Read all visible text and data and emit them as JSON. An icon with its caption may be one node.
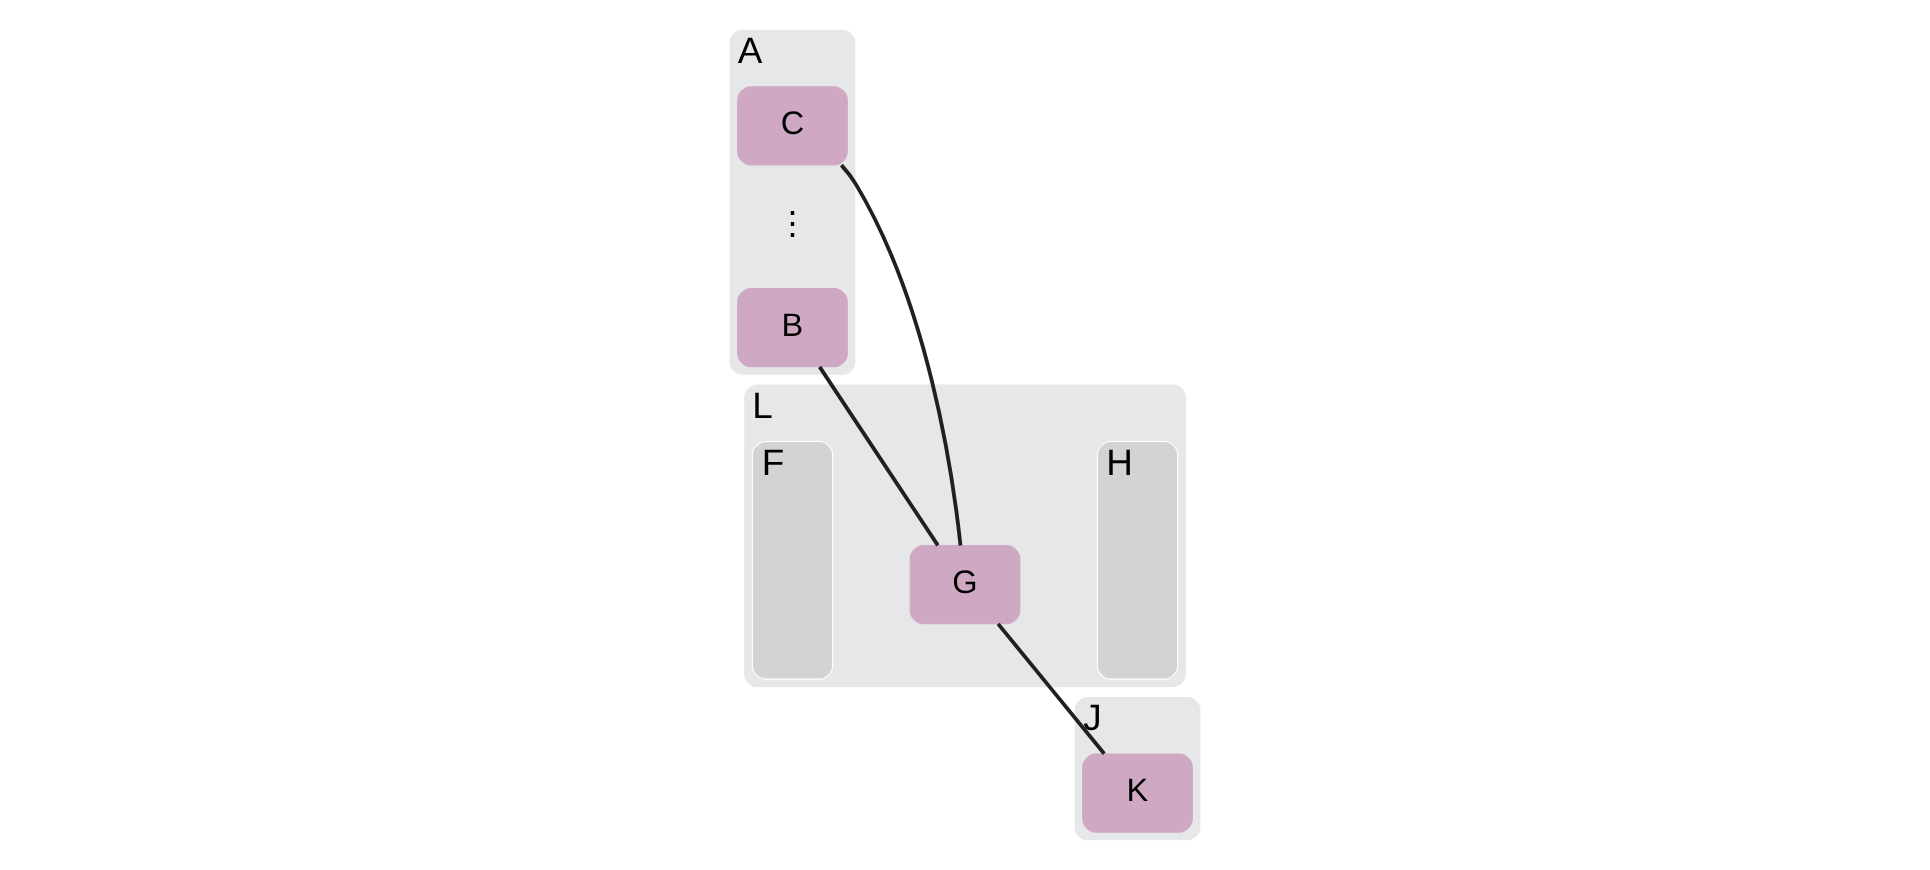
{
  "diagram": {
    "nodes": [
      {
        "text": [
          "A"
        ]
      },
      {
        "text": [
          "B"
        ],
        "in": 0
      },
      {
        "text": [
          "C"
        ],
        "in": 0
      },
      {
        "text": [
          "L"
        ]
      },
      {
        "text": [
          "F"
        ],
        "in": 3
      },
      {
        "text": [
          "H"
        ],
        "in": 3
      },
      {
        "text": [
          "G"
        ],
        "in": 3
      },
      {
        "text": [
          "J"
        ]
      },
      {
        "text": [
          "K"
        ],
        "in": 7
      }
    ],
    "edges": [
      {
        "from": 1,
        "to": 6,
        "arrow": "none"
      },
      {
        "from": 2,
        "to": 6,
        "arrow": "none"
      },
      {
        "from": 6,
        "to": 8,
        "arrow": "none"
      }
    ],
    "labels": [
      "⋮"
    ]
  }
}
